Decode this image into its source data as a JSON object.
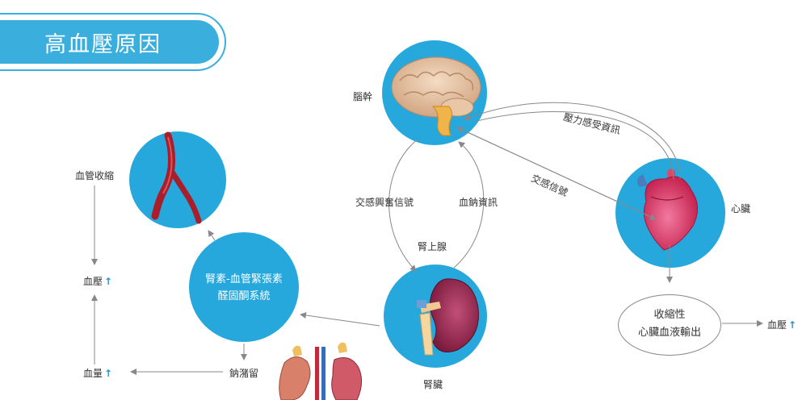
{
  "title": "高血壓原因",
  "nodes": {
    "brainstem": "腦幹",
    "heart": "心臟",
    "kidney": "腎臟",
    "vasoconstriction": "血管收縮",
    "raas_line1": "腎素-血管緊張素",
    "raas_line2": "醛固酮系統",
    "contractility_line1": "收縮性",
    "contractility_line2": "心臟血液輸出",
    "bp_left": "血壓",
    "bp_right": "血壓",
    "blood_volume": "血量",
    "sodium_retention": "鈉潴留",
    "adrenal": "腎上腺"
  },
  "edges": {
    "sympathetic_excitation": "交感興奮信號",
    "blood_sodium_info": "血鈉資訊",
    "pressure_info": "壓力感受資訊",
    "sympathetic_signal": "交感信號"
  },
  "icons": {
    "increase_arrow": "↑"
  },
  "colors": {
    "accent": "#27a8dc",
    "arrow": "#888888",
    "increase": "#2a8fd8"
  }
}
